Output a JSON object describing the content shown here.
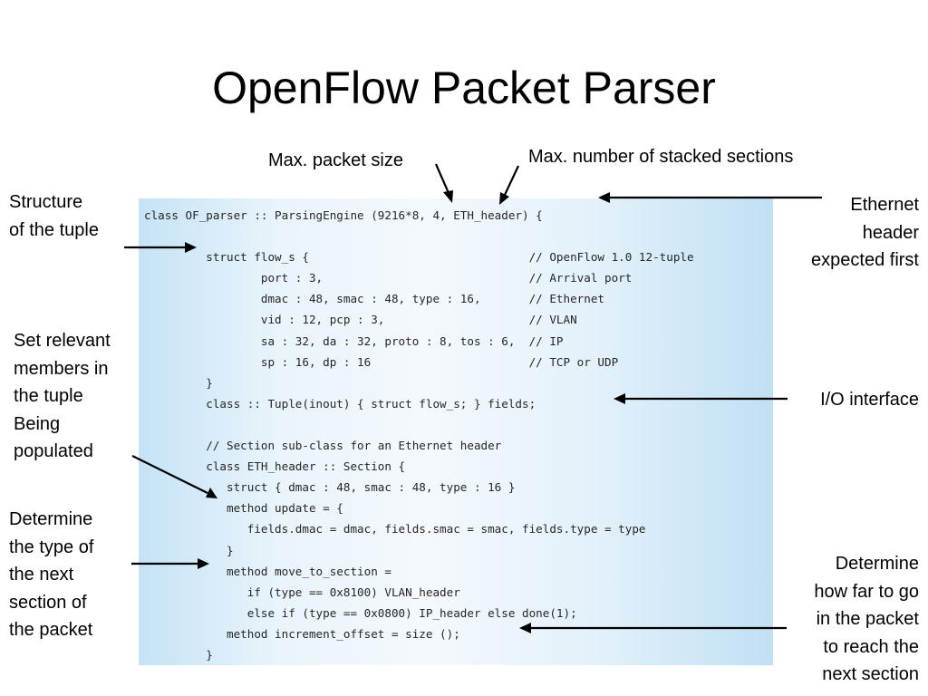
{
  "title": "OpenFlow Packet Parser",
  "code_lines": [
    "class OF_parser :: ParsingEngine (9216*8, 4, ETH_header) {",
    "",
    "         struct flow_s {                                // OpenFlow 1.0 12-tuple",
    "                 port : 3,                              // Arrival port",
    "                 dmac : 48, smac : 48, type : 16,       // Ethernet",
    "                 vid : 12, pcp : 3,                     // VLAN",
    "                 sa : 32, da : 32, proto : 8, tos : 6,  // IP",
    "                 sp : 16, dp : 16                       // TCP or UDP",
    "         }",
    "         class :: Tuple(inout) { struct flow_s; } fields;",
    "",
    "         // Section sub-class for an Ethernet header",
    "         class ETH_header :: Section {",
    "            struct { dmac : 48, smac : 48, type : 16 }",
    "            method update = {",
    "               fields.dmac = dmac, fields.smac = smac, fields.type = type",
    "            }",
    "            method move_to_section =",
    "               if (type == 0x8100) VLAN_header",
    "               else if (type == 0x0800) IP_header else done(1);",
    "            method increment_offset = size ();",
    "         }"
  ],
  "annotations": {
    "max_packet_size": "Max. packet size",
    "max_stacked_sections": "Max. number of stacked sections",
    "structure_of_tuple": "Structure\nof the tuple",
    "ethernet_header_first": "Ethernet\nheader\nexpected first",
    "set_relevant_members": "Set relevant\nmembers in\nthe tuple\nBeing\npopulated",
    "io_interface": "I/O interface",
    "determine_next_type": "Determine\nthe type of\nthe next\nsection of\nthe packet",
    "determine_how_far": "Determine\nhow far to go\nin the packet\nto reach the\nnext section"
  },
  "colors": {
    "panel_edge": "#c0e0f4",
    "panel_center": "#f4f9fd",
    "code_text": "#262626",
    "arrow": "#000000"
  }
}
